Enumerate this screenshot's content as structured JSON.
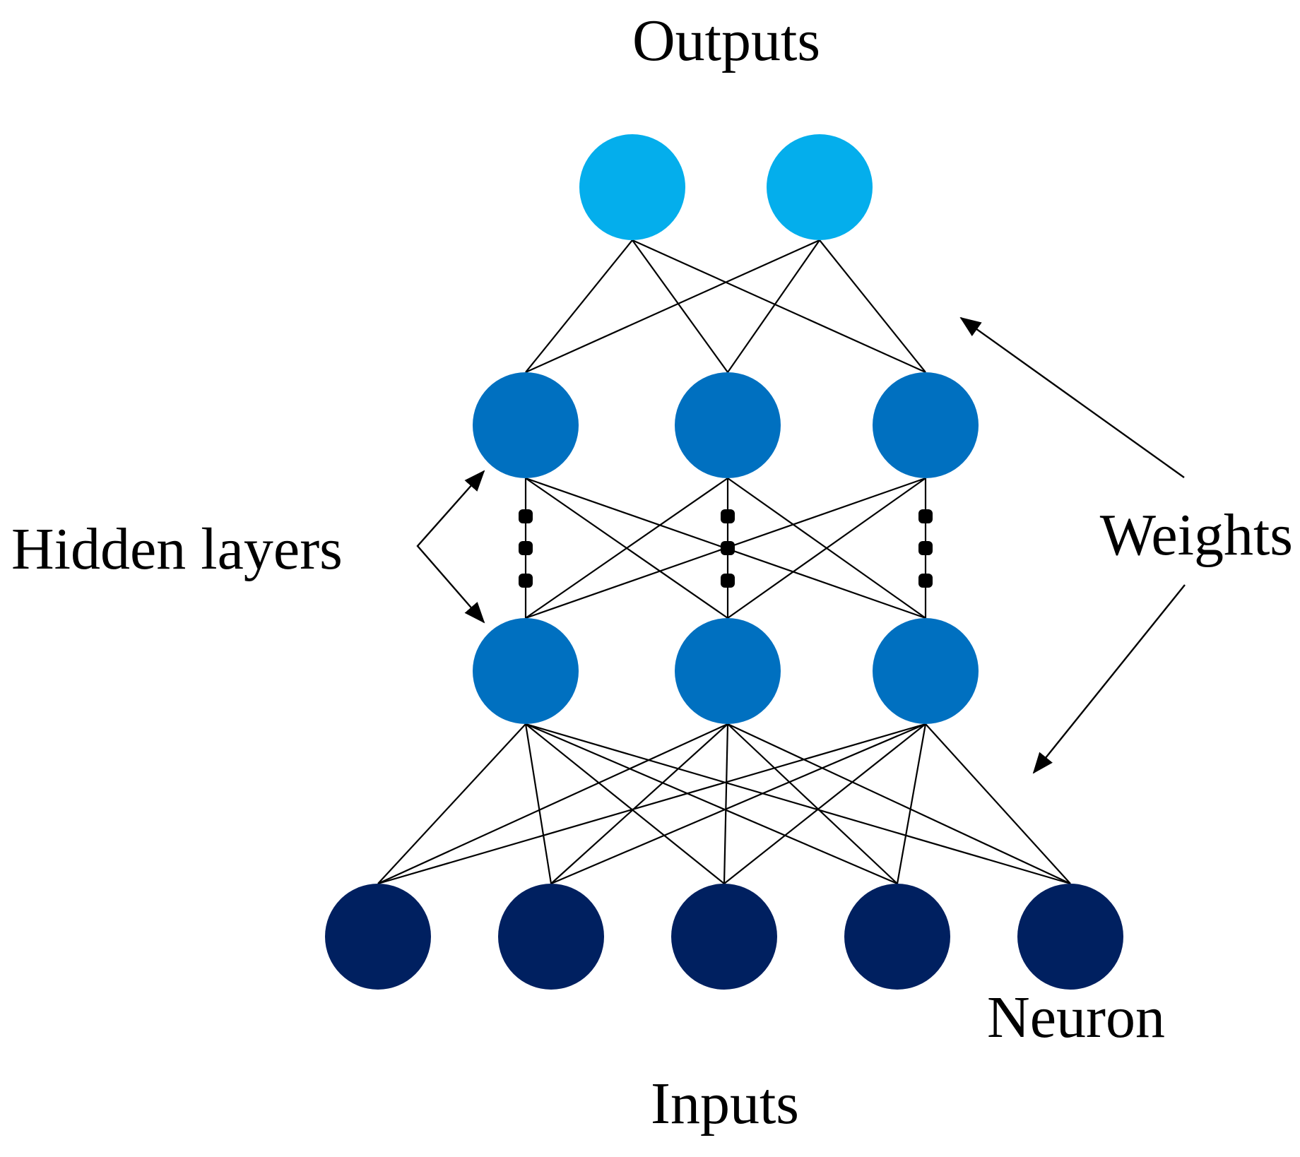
{
  "labels": {
    "outputs": "Outputs",
    "inputs": "Inputs",
    "hidden_layers": "Hidden layers",
    "weights": "Weights",
    "neuron": "Neuron"
  },
  "layers": {
    "output": {
      "count": 2,
      "color": "#04AEEC"
    },
    "hidden_top": {
      "count": 3,
      "color": "#0070C0"
    },
    "hidden_bottom": {
      "count": 3,
      "color": "#0070C0"
    },
    "input": {
      "count": 5,
      "color": "#002060"
    }
  },
  "ellipsis_columns": 3,
  "colors": {
    "edge": "#000000",
    "background": "#ffffff"
  }
}
